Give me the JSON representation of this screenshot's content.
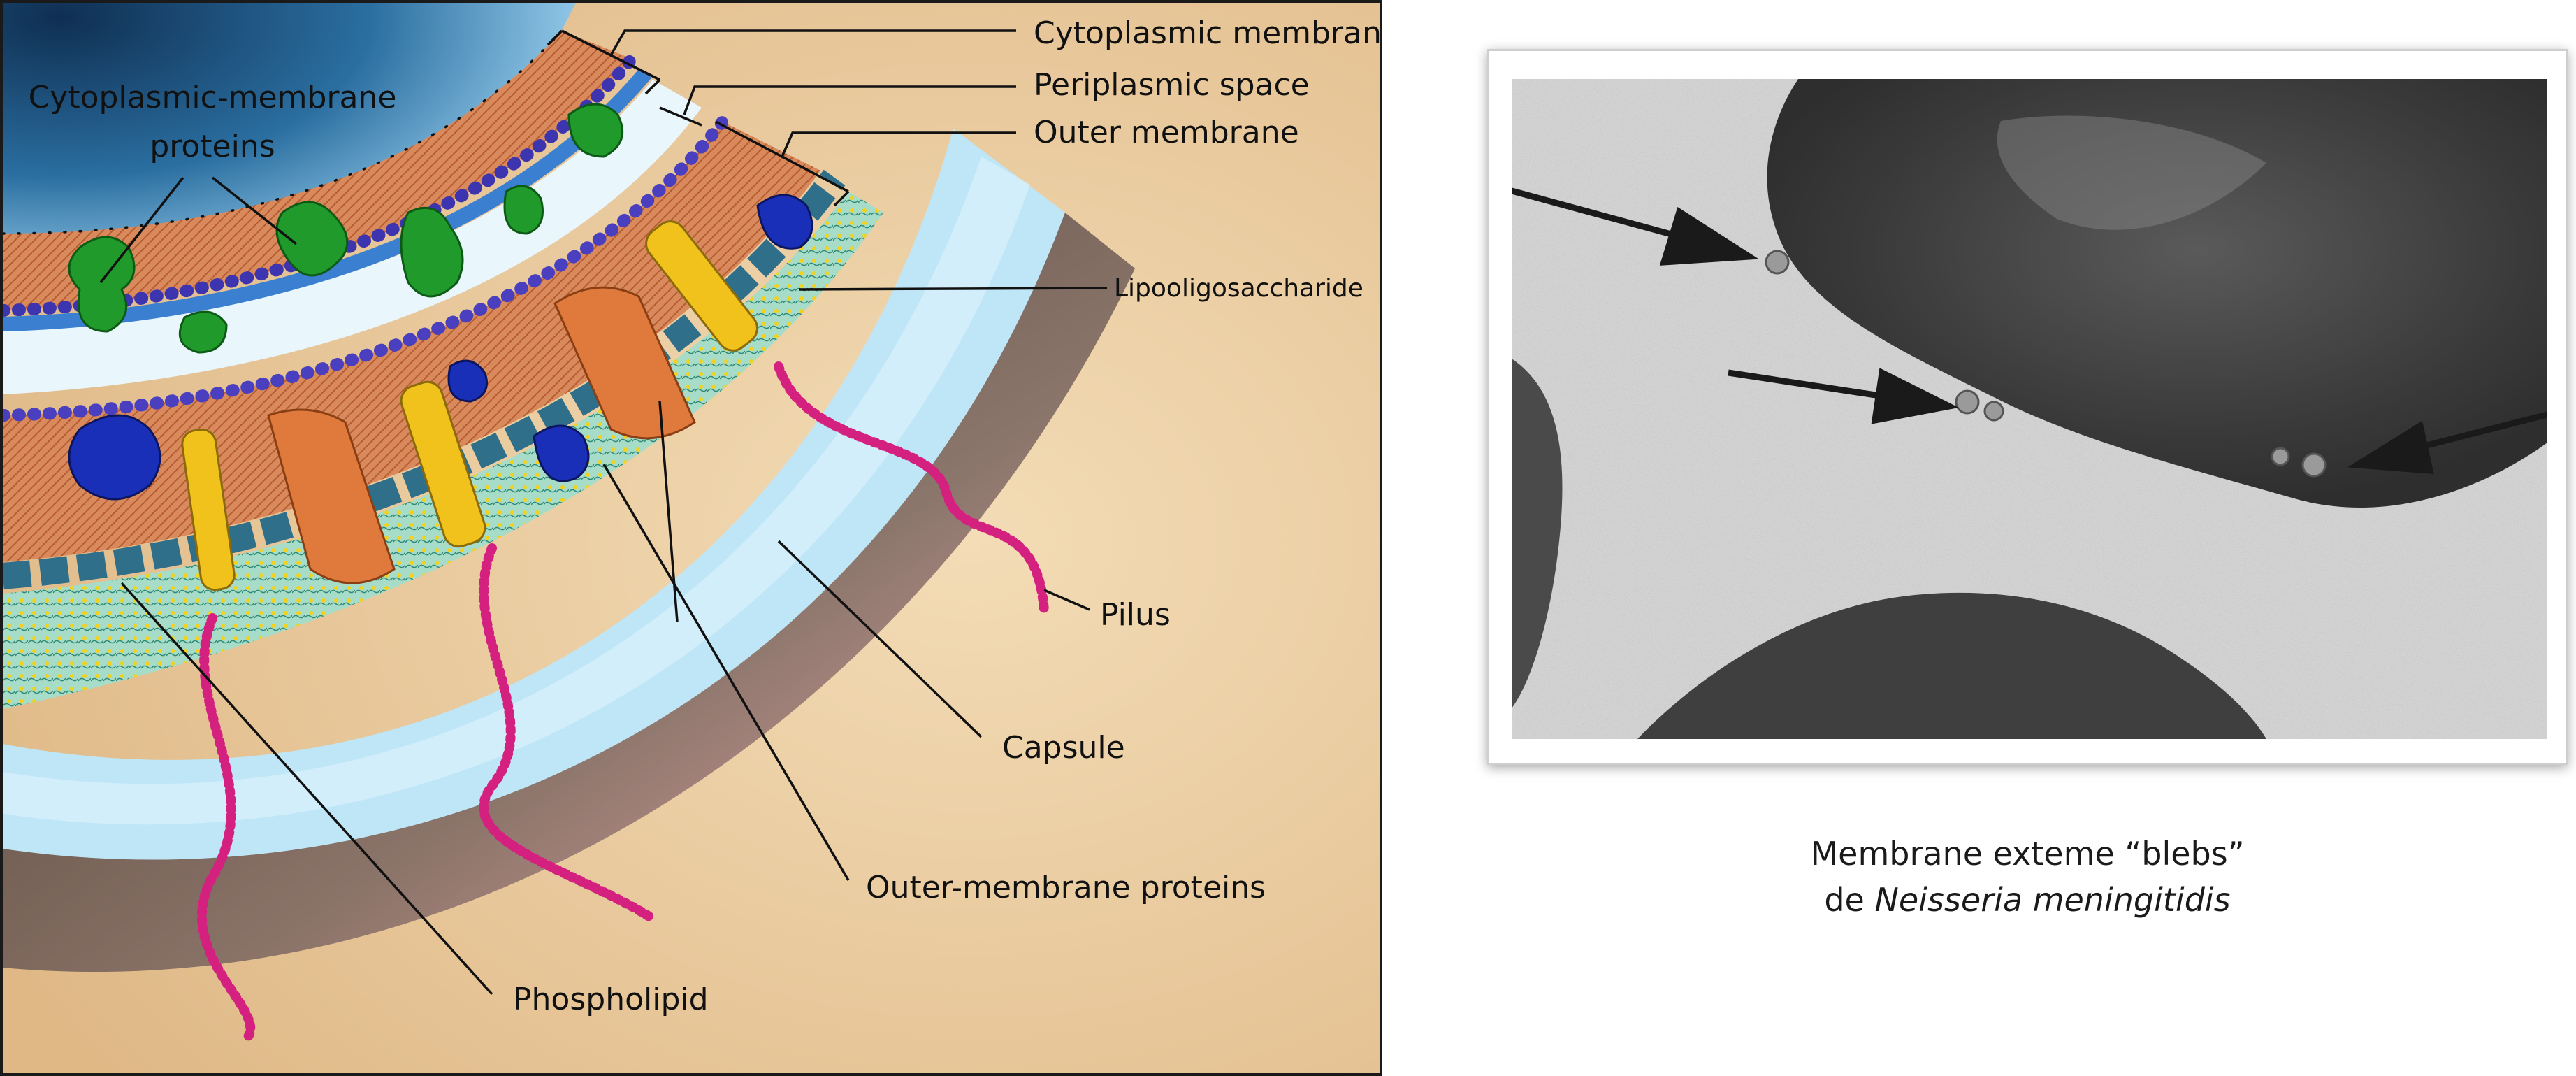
{
  "diagram": {
    "labels": {
      "cytoplasmic_membrane": "Cytoplasmic membrane",
      "periplasmic_space": "Periplasmic space",
      "outer_membrane": "Outer membrane",
      "cytoplasmic_membrane_proteins_line1": "Cytoplasmic-membrane",
      "cytoplasmic_membrane_proteins_line2": "proteins",
      "lipooligosaccharide": "Lipooligosaccharide",
      "pilus": "Pilus",
      "capsule": "Capsule",
      "outer_membrane_proteins": "Outer-membrane proteins",
      "phospholipid": "Phospholipid"
    },
    "colors": {
      "background": "#e9c99a",
      "cytoplasm": "#1f4f7a",
      "lipid_heads": "#4a3fbf",
      "lipid_tails": "#d9774a",
      "cm_proteins": "#1f9a2b",
      "om_proteins_blue": "#1a2fb8",
      "porin_yellow": "#f1c21b",
      "porin_orange": "#e07a3c",
      "pilus": "#d4207f",
      "capsule": "#bfe6f7"
    }
  },
  "micrograph": {
    "arrows": 3
  },
  "caption": {
    "line1": "Membrane exteme “blebs”",
    "line2_prefix": "de",
    "line2_species": "Neisseria meningitidis"
  }
}
